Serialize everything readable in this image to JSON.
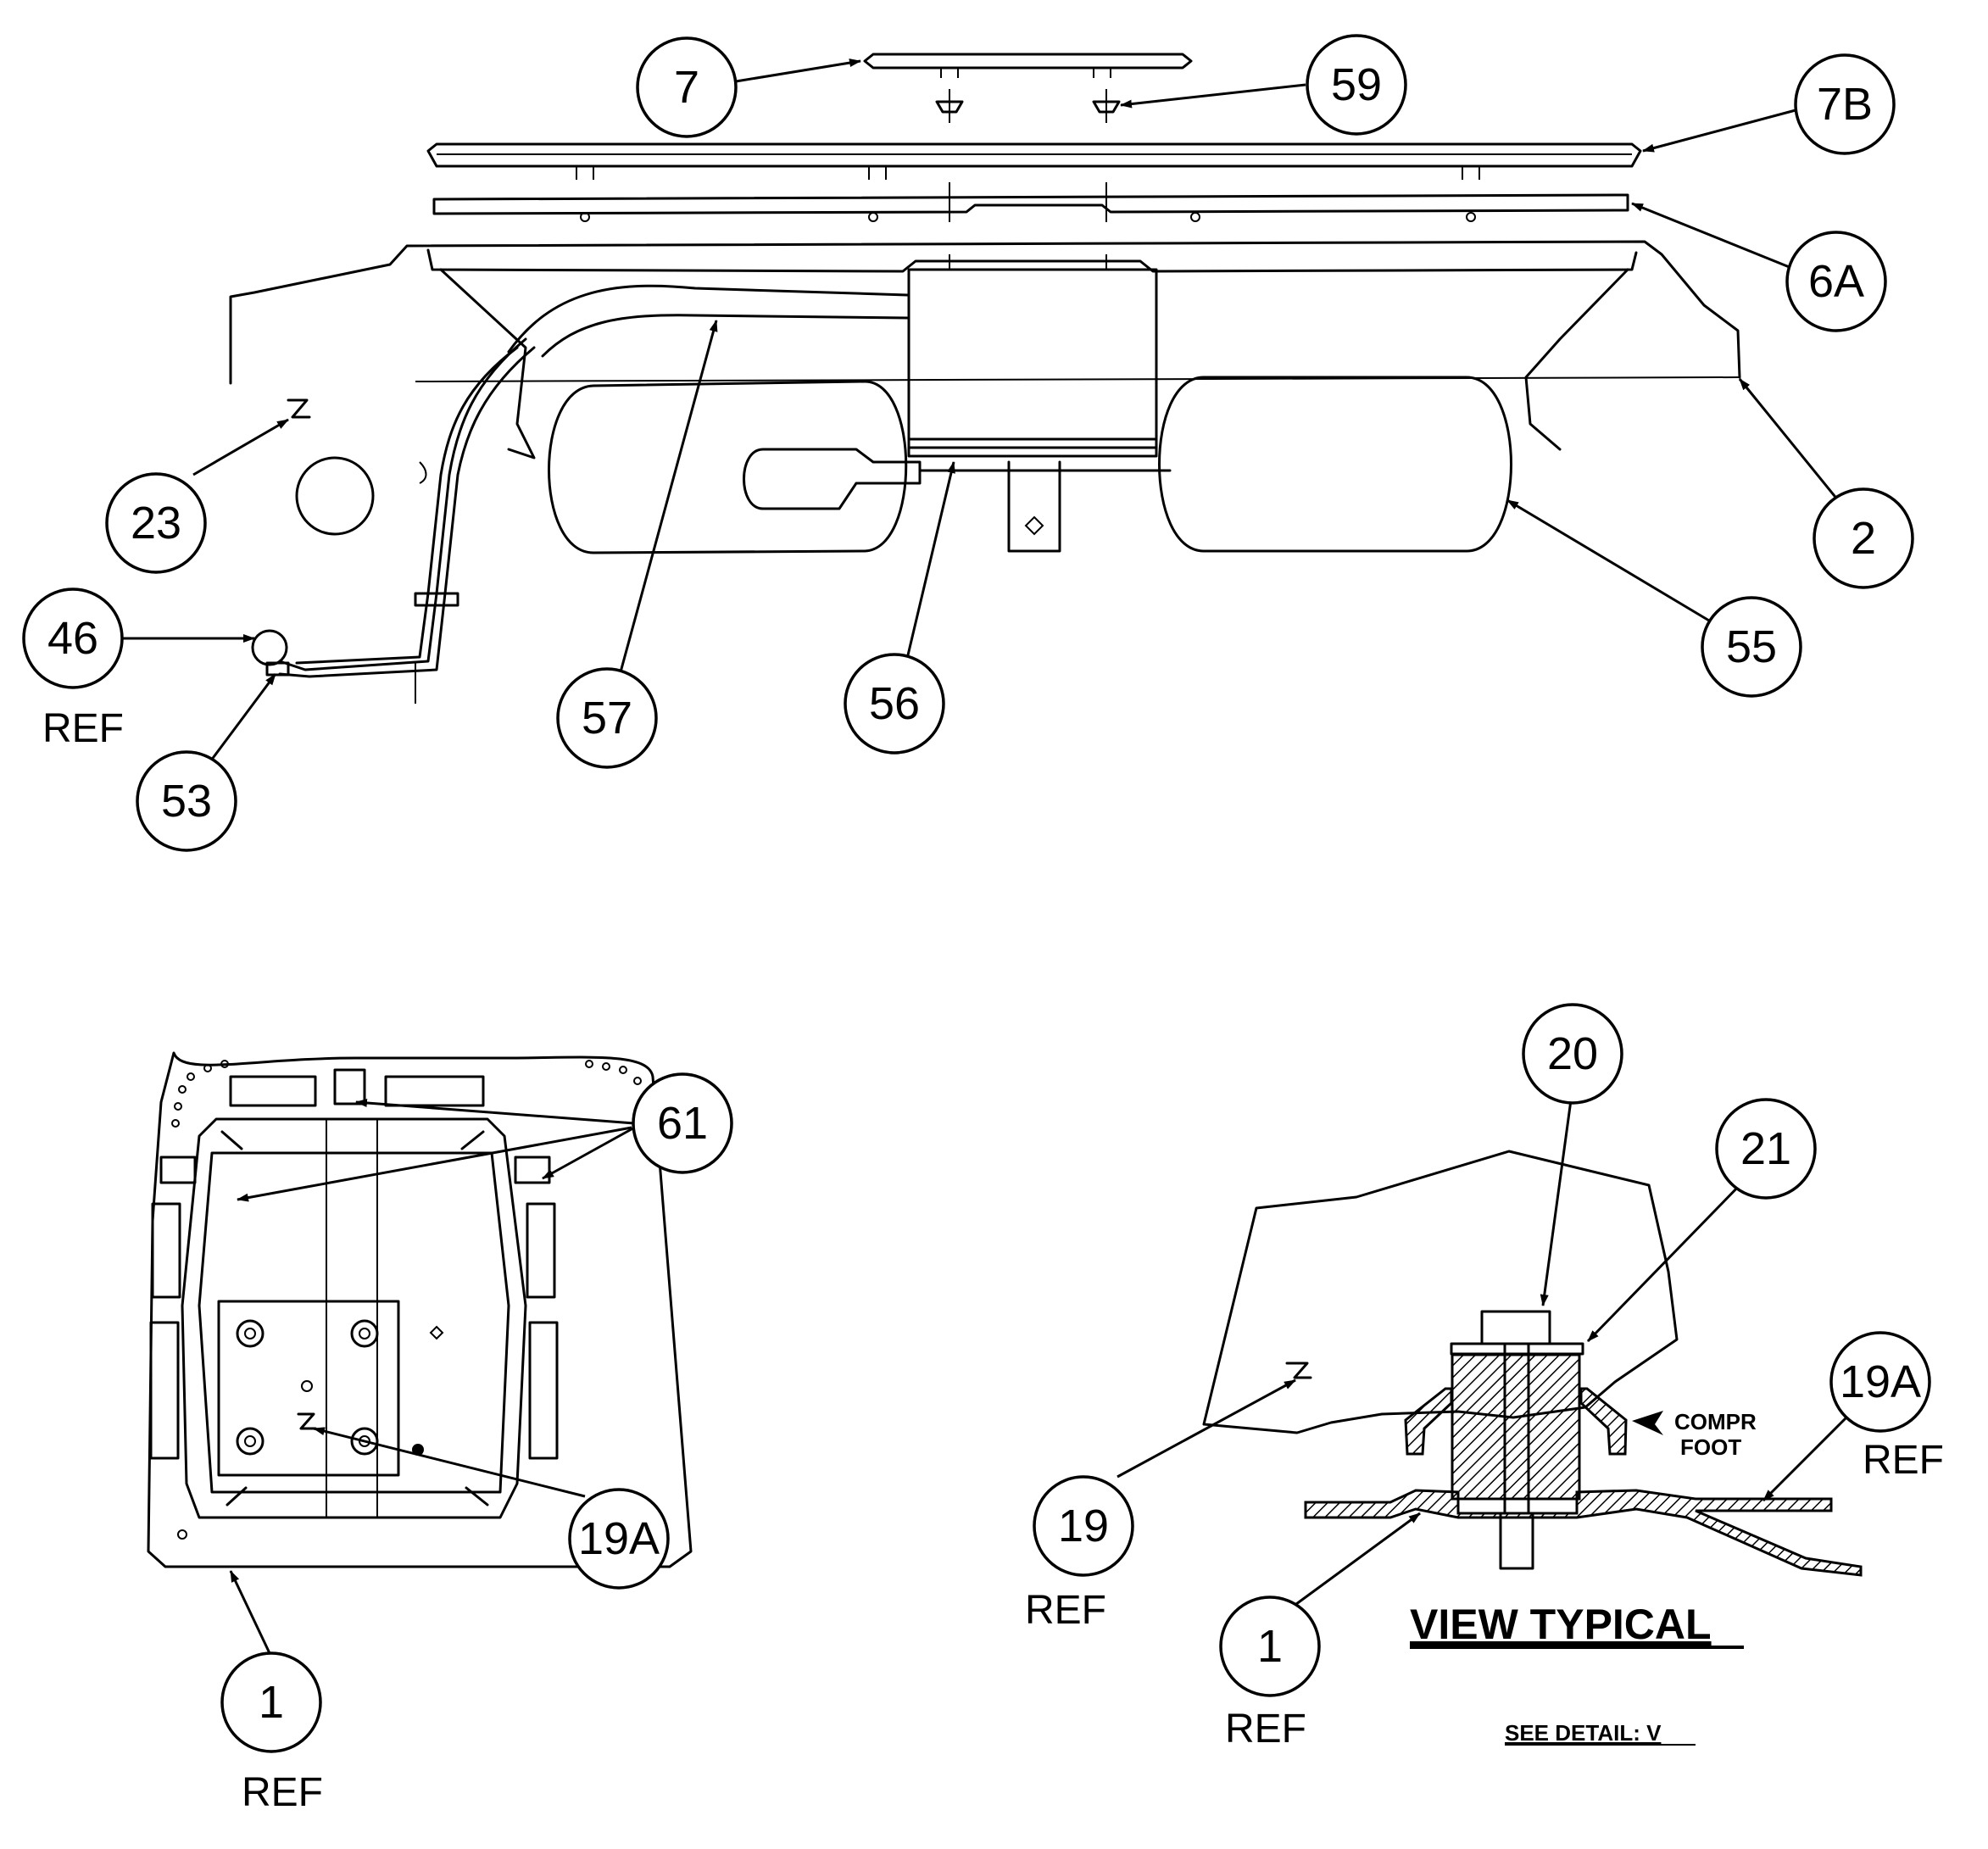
{
  "callouts": {
    "c7": "7",
    "c59": "59",
    "c7b": "7B",
    "c6a": "6A",
    "c2": "2",
    "c55": "55",
    "c56": "56",
    "c57": "57",
    "c23": "23",
    "c46": "46",
    "c53": "53",
    "c61": "61",
    "c19a_left": "19A",
    "c1_left": "1",
    "c20": "20",
    "c21": "21",
    "c19a_right": "19A",
    "c19": "19",
    "c1_right": "1"
  },
  "labels": {
    "ref": "REF",
    "compr_foot_line1": "COMPR",
    "compr_foot_line2": "FOOT",
    "view_typical": "VIEW TYPICAL",
    "see_detail": "SEE DETAIL: V"
  }
}
